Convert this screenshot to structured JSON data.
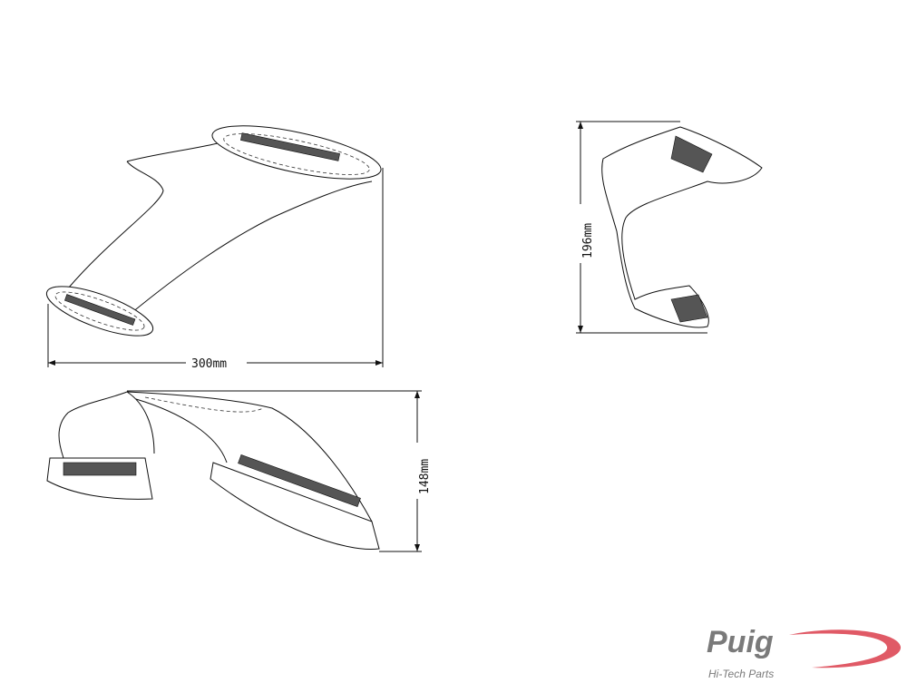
{
  "dimensions": {
    "width": "300mm",
    "height_side": "196mm",
    "height_front": "148mm"
  },
  "logo": {
    "brand": "Puig",
    "tagline": "Hi-Tech Parts",
    "colors": {
      "text": "#7a7a7a",
      "swoosh": "#e05a66"
    }
  }
}
